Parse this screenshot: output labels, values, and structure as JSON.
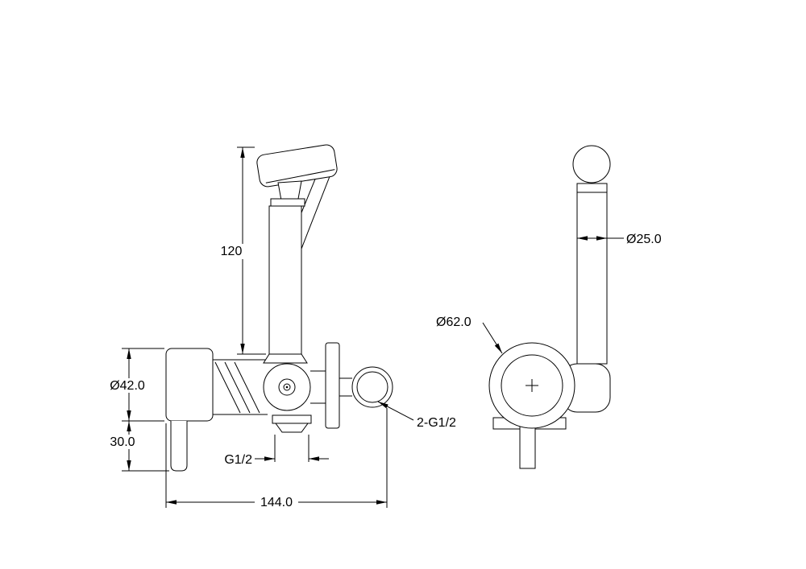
{
  "page": {
    "background_color": "#ffffff",
    "line_color": "#000000"
  },
  "front_view": {
    "height_dim": "120",
    "body_diameter_dim": "Ø42.0",
    "bottom_offset_dim": "30.0",
    "outlet_thread_label": "G1/2",
    "overall_width_dim": "144.0",
    "inlet_thread_label": "2-G1/2"
  },
  "side_view": {
    "tube_diameter_dim": "Ø25.0",
    "body_diameter_dim": "Ø62.0"
  }
}
